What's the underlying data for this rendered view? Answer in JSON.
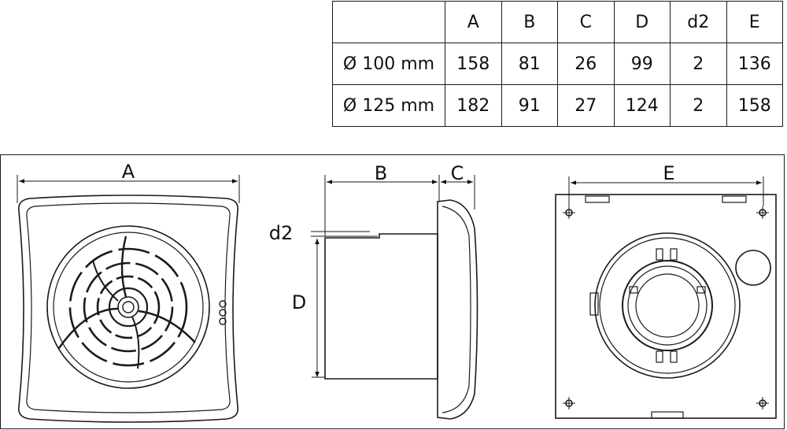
{
  "table": {
    "headers": [
      "",
      "A",
      "B",
      "C",
      "D",
      "d2",
      "E"
    ],
    "rows": [
      {
        "size": "Ø 100 mm",
        "A": "158",
        "B": "81",
        "C": "26",
        "D": "99",
        "d2": "2",
        "E": "136"
      },
      {
        "size": "Ø 125 mm",
        "A": "182",
        "B": "91",
        "C": "27",
        "D": "124",
        "d2": "2",
        "E": "158"
      }
    ]
  },
  "drawing": {
    "label_a": "A",
    "label_b": "B",
    "label_c": "C",
    "label_d": "D",
    "label_d2": "d2",
    "label_e": "E"
  }
}
